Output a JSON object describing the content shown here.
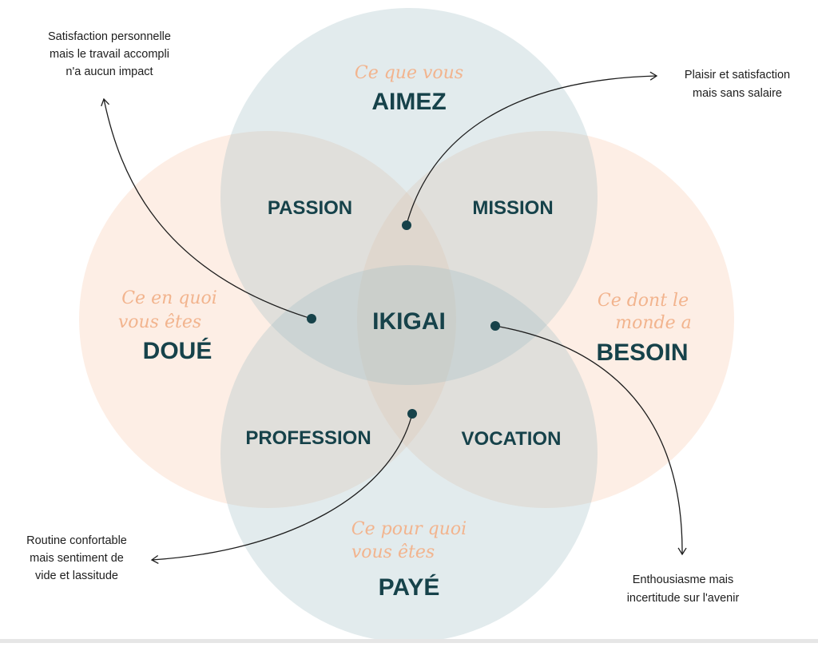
{
  "colors": {
    "circle_blue": "#9fbcc2",
    "circle_peach": "#f9c8a8",
    "dark_text": "#16424a",
    "script_text": "#f2b48e",
    "arrow": "#1d1d1d"
  },
  "circles": {
    "top": {
      "script": "Ce que vous",
      "title": "AIMEZ"
    },
    "left": {
      "script_line1": "Ce en quoi",
      "script_line2": "vous êtes",
      "title": "DOUÉ"
    },
    "right": {
      "script_line1": "Ce dont le",
      "script_line2": "monde a",
      "title": "BESOIN"
    },
    "bottom": {
      "script_line1": "Ce pour quoi",
      "script_line2": "vous êtes",
      "title": "PAYÉ"
    }
  },
  "overlaps": {
    "passion": "PASSION",
    "mission": "MISSION",
    "profession": "PROFESSION",
    "vocation": "VOCATION",
    "center": "IKIGAI"
  },
  "notes": {
    "top_left": [
      "Satisfaction personnelle",
      "mais le travail accompli",
      "n'a aucun impact"
    ],
    "top_right": [
      "Plaisir et satisfaction",
      "mais sans salaire"
    ],
    "bottom_left": [
      "Routine confortable",
      "mais sentiment de",
      "vide et lassitude"
    ],
    "bottom_right": [
      "Enthousiasme mais",
      "incertitude sur l'avenir"
    ]
  }
}
